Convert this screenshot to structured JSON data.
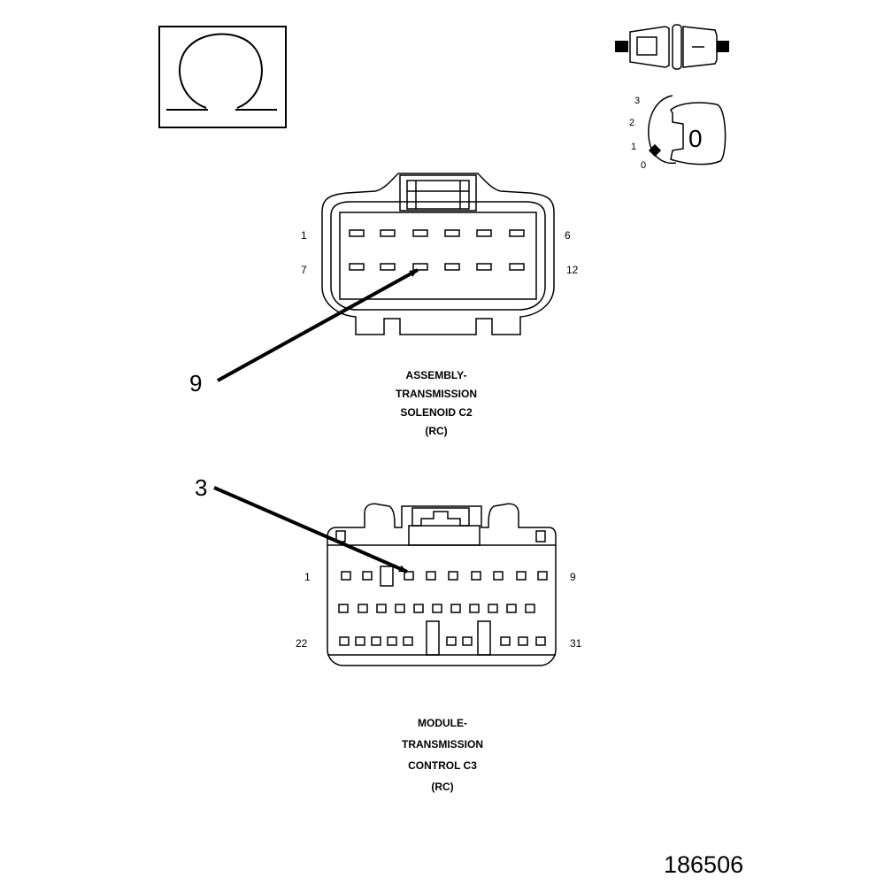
{
  "ohm_symbol": {
    "icon": "ohm-icon",
    "glyph": "Ω"
  },
  "ignition_icon": {
    "icon": "ignition-key-icon",
    "positions": [
      "3",
      "2",
      "1",
      "0"
    ],
    "key_label": "0"
  },
  "connector_c2": {
    "pin_labels": {
      "top_left": "1",
      "top_right": "6",
      "bottom_left": "7",
      "bottom_right": "12"
    },
    "callout": "9",
    "caption_lines": [
      "ASSEMBLY-",
      "TRANSMISSION",
      "SOLENOID C2",
      "(RC)"
    ]
  },
  "connector_c3": {
    "pin_labels": {
      "row1_left": "1",
      "row1_right": "9",
      "row3_left": "22",
      "row3_right": "31"
    },
    "callout": "3",
    "caption_lines": [
      "MODULE-",
      "TRANSMISSION",
      "CONTROL C3",
      "(RC)"
    ]
  },
  "figure_id": "186506"
}
